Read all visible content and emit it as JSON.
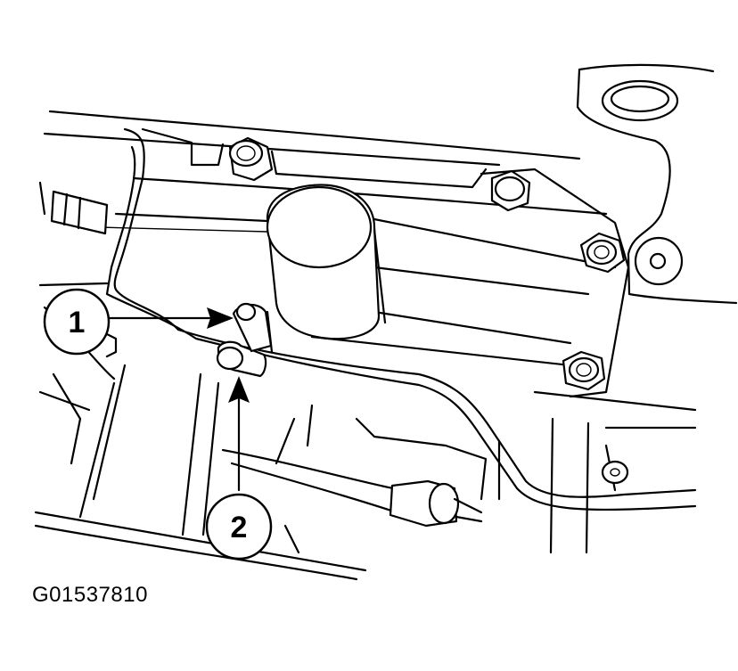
{
  "callouts": [
    {
      "label": "1"
    },
    {
      "label": "2"
    }
  ],
  "figure_id": "G01537810",
  "colors": {
    "line": "#000000",
    "background": "#ffffff"
  }
}
